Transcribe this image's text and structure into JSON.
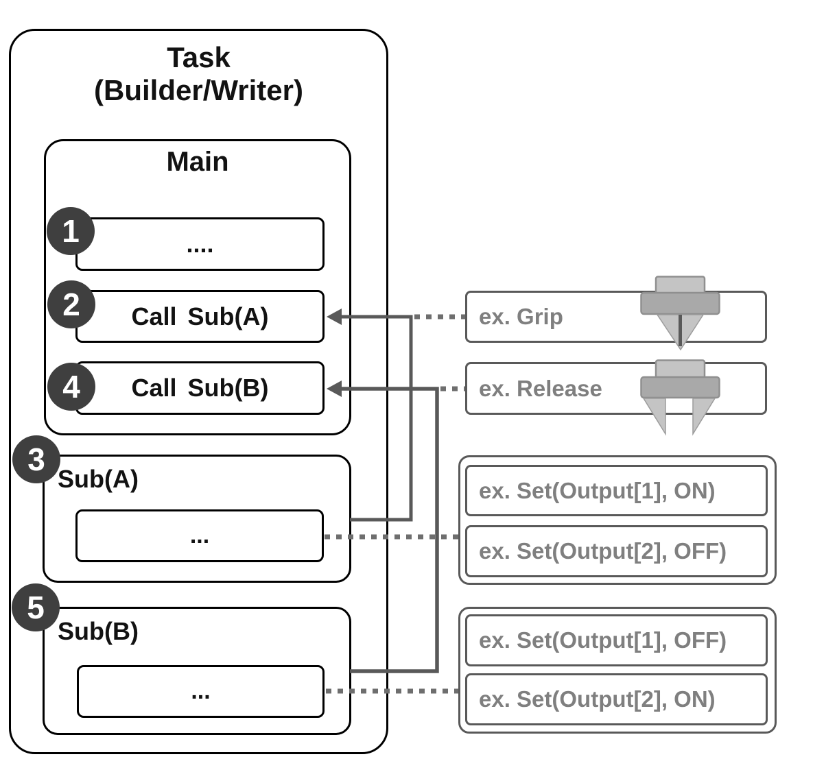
{
  "diagram": {
    "task": {
      "title_line1": "Task",
      "title_line2": "(Builder/Writer)",
      "main": {
        "title": "Main",
        "steps": [
          {
            "badge": "1",
            "label": "...."
          },
          {
            "badge": "2",
            "label": "Call Sub(A)"
          },
          {
            "badge": "4",
            "label": "Call Sub(B)"
          }
        ]
      },
      "subroutines": [
        {
          "badge": "3",
          "title": "Sub(A)",
          "body": "..."
        },
        {
          "badge": "5",
          "title": "Sub(B)",
          "body": "..."
        }
      ]
    },
    "examples": {
      "grip_label": "ex. Grip",
      "release_label": "ex. Release",
      "sub_a_actions": [
        "ex. Set(Output[1], ON)",
        "ex. Set(Output[2], OFF)"
      ],
      "sub_b_actions": [
        "ex. Set(Output[1], OFF)",
        "ex. Set(Output[2], ON)"
      ]
    },
    "icons": {
      "grip": "gripper-closed-icon",
      "release": "gripper-open-icon"
    },
    "colors": {
      "box_border_black": "#000000",
      "gray_border": "#595959",
      "gray_text": "#7f7f7f",
      "arrow": "#595959",
      "dotted_connector": "#6e6e6e",
      "badge_fill": "#3f3f3f",
      "badge_text": "#ffffff",
      "gripper_light": "#c4c4c4",
      "gripper_mid": "#a9a9a9",
      "gripper_stroke": "#8f8f8f"
    }
  }
}
